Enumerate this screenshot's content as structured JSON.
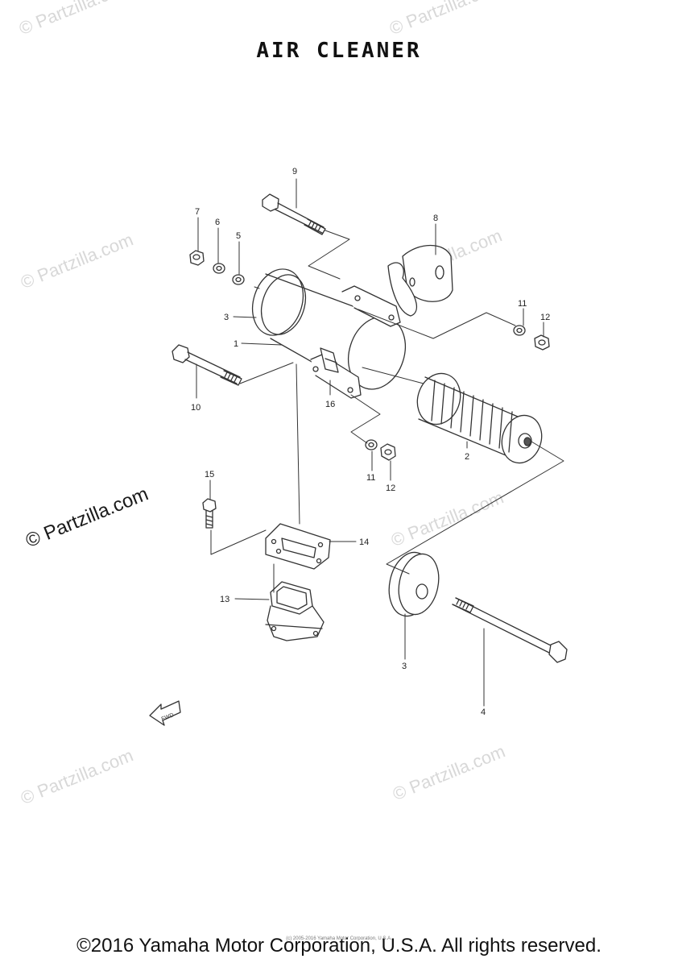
{
  "title": "AIR CLEANER",
  "watermark": "© Partzilla.com",
  "footer": {
    "copyright": "©2016 Yamaha Motor Corporation, U.S.A. All rights reserved.",
    "small_copyright": "(c) 2005-2016 Yamaha Motor Corporation, U.S.A."
  },
  "callouts": {
    "c1": "1",
    "c2": "2",
    "c3a": "3",
    "c3b": "3",
    "c4": "4",
    "c5": "5",
    "c6": "6",
    "c7": "7",
    "c8": "8",
    "c9": "9",
    "c10": "10",
    "c11a": "11",
    "c11b": "11",
    "c12a": "12",
    "c12b": "12",
    "c13": "13",
    "c14": "14",
    "c15": "15",
    "c16": "16"
  },
  "fwd_mark": "FWD",
  "colors": {
    "line": "#333333",
    "watermark": "#d8d8d8"
  }
}
